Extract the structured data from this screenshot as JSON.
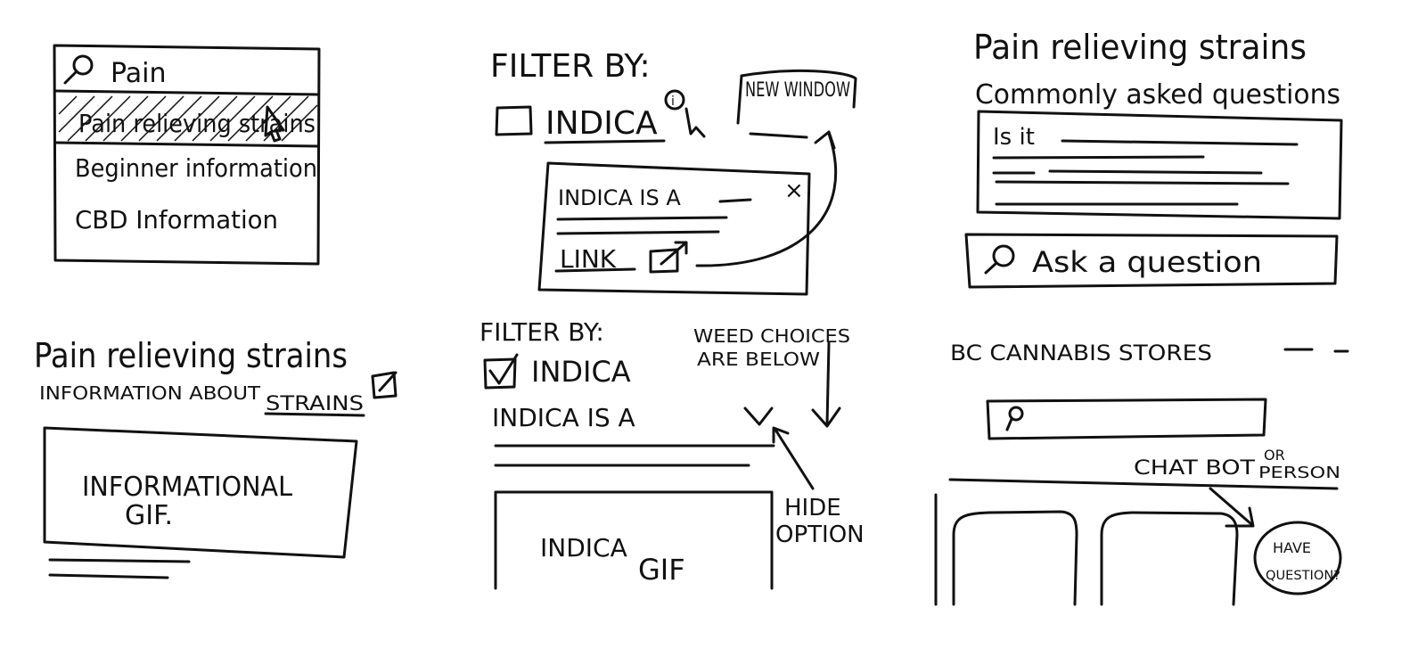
{
  "panel1": {
    "search_value": "Pain",
    "dropdown_items": [
      "Pain relieving strains",
      "Beginner information",
      "CBD Information"
    ]
  },
  "panel2": {
    "filter_label": "FILTER BY:",
    "checkbox_label": "INDICA",
    "info_badge": "i",
    "new_window_note": "NEW WINDOW",
    "popup_text": "INDICA IS A",
    "popup_close": "×",
    "popup_link": "LINK"
  },
  "panel3": {
    "title": "Pain relieving strains",
    "subtitle": "Commonly asked questions",
    "faq_first_line": "Is it",
    "ask_placeholder": "Ask a question"
  },
  "panel4": {
    "title": "Pain relieving strains",
    "subtitle": "INFORMATION ABOUT",
    "subtitle_link": "STRAINS",
    "gif_label_line1": "INFORMATIONAL",
    "gif_label_line2": "GIF."
  },
  "panel5": {
    "filter_label": "FILTER BY:",
    "checkbox_label": "INDICA",
    "checked": true,
    "weed_note_line1": "WEED CHOICES",
    "weed_note_line2": "ARE BELOW",
    "indica_text": "INDICA IS A",
    "hide_note_line1": "HIDE",
    "hide_note_line2": "OPTION",
    "gif_label_line1": "INDICA",
    "gif_label_line2": "GIF"
  },
  "panel6": {
    "store_title": "BC CANNABIS STORES",
    "chatbot_note": "CHAT BOT",
    "chatbot_note_or": "OR",
    "chatbot_note_person": "PERSON",
    "bubble_line1": "HAVE",
    "bubble_line2": "QUESTION?"
  }
}
